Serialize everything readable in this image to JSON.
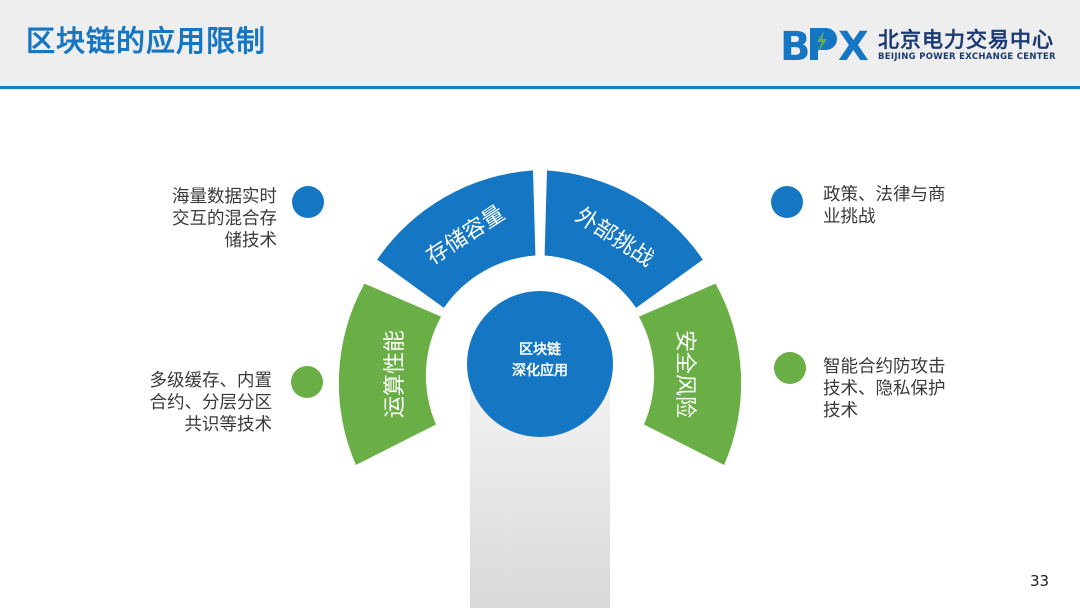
{
  "title": "区块链的应用限制",
  "logo": {
    "mark": "BPX",
    "name_cn": "北京电力交易中心",
    "name_en": "BEIJING POWER EXCHANGE CENTER"
  },
  "center": {
    "line1": "区块链",
    "line2": "深化应用"
  },
  "segments": [
    {
      "label": "运算性能",
      "color": "#6aaf45"
    },
    {
      "label": "存储容量",
      "color": "#1576c3"
    },
    {
      "label": "外部挑战",
      "color": "#1576c3"
    },
    {
      "label": "安全风险",
      "color": "#6aaf45"
    }
  ],
  "descriptions": {
    "top_left": [
      "海量数据实时",
      "交互的混合存",
      "储技术"
    ],
    "mid_left": [
      "多级缓存、内置",
      "合约、分层分区",
      "共识等技术"
    ],
    "top_right": [
      "政策、法律与商",
      "业挑战"
    ],
    "mid_right": [
      "智能合约防攻击",
      "技术、隐私保护",
      "技术"
    ]
  },
  "colors": {
    "blue": "#1576c3",
    "green": "#6aaf45",
    "title_blue": "#1576c3",
    "logo_navy": "#1b3a73"
  },
  "page_number": "33"
}
